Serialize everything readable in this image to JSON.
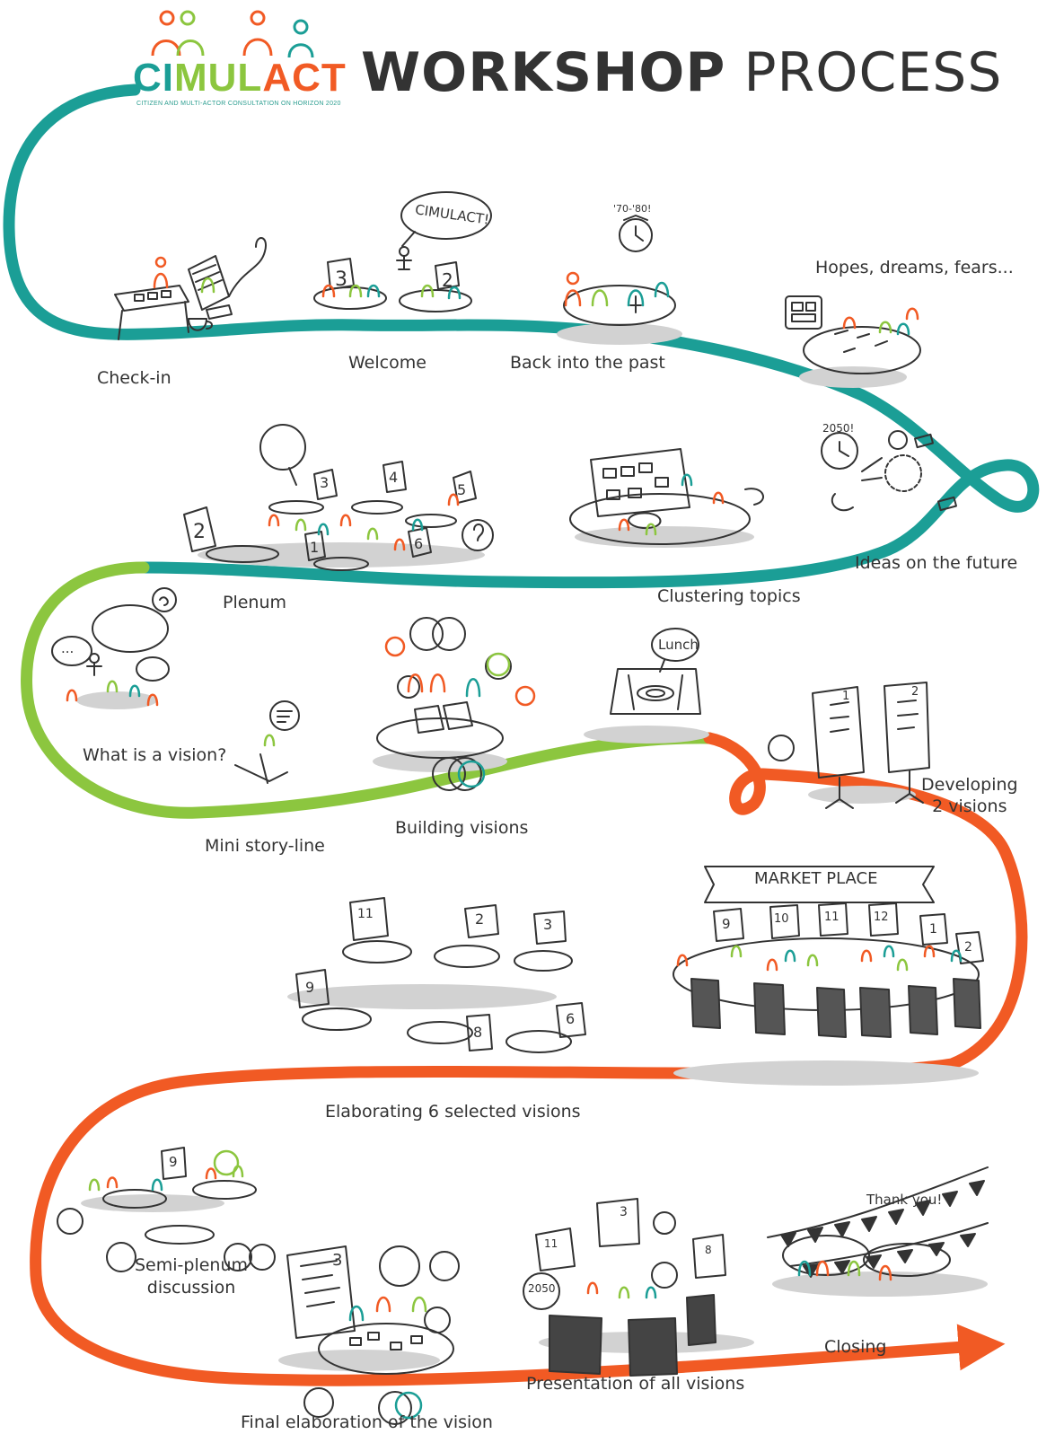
{
  "logo": {
    "word_part1": "CI",
    "word_part2": "MUL",
    "word_part3": "ACT",
    "subtitle": "CITIZEN AND MULTI-ACTOR CONSULTATION ON HORIZON 2020"
  },
  "title": {
    "bold": "WORKSHOP",
    "light": "PROCESS"
  },
  "colors": {
    "teal": "#1b9e96",
    "green": "#8cc63f",
    "orange": "#f15a24",
    "ink": "#333333",
    "shadow": "#c8c8c8"
  },
  "stages": [
    {
      "id": "check-in",
      "label": "Check-in"
    },
    {
      "id": "welcome",
      "label": "Welcome"
    },
    {
      "id": "back-into-past",
      "label": "Back into the past"
    },
    {
      "id": "hopes",
      "label": "Hopes, dreams, fears..."
    },
    {
      "id": "ideas-future",
      "label": "Ideas on the future"
    },
    {
      "id": "clustering",
      "label": "Clustering topics"
    },
    {
      "id": "plenum",
      "label": "Plenum"
    },
    {
      "id": "what-vision",
      "label": "What is a vision?"
    },
    {
      "id": "mini-story",
      "label": "Mini story-line"
    },
    {
      "id": "building",
      "label": "Building visions"
    },
    {
      "id": "developing",
      "label": "Developing\n2 visions"
    },
    {
      "id": "market",
      "label": "MARKET PLACE"
    },
    {
      "id": "elaborating",
      "label": "Elaborating 6 selected visions"
    },
    {
      "id": "semi-plenum",
      "label": "Semi-plenum\ndiscussion"
    },
    {
      "id": "final",
      "label": "Final elaboration of the vision"
    },
    {
      "id": "presentation",
      "label": "Presentation of all visions"
    },
    {
      "id": "closing",
      "label": "Closing"
    }
  ],
  "bubbles": {
    "cimulact": "CIMULACT!",
    "years": "'70-'80!",
    "future_year": "2050!",
    "lunch": "Lunch",
    "thank_you": "Thank you!",
    "pres_year": "2050",
    "ellipsis": "..."
  },
  "flip_numbers": {
    "plenum": [
      "2",
      "3",
      "4",
      "5",
      "1",
      "6"
    ],
    "developing": [
      "1",
      "2"
    ],
    "market": [
      "9",
      "10",
      "11",
      "12",
      "1",
      "2"
    ],
    "elaborating": [
      "11",
      "2",
      "3",
      "9",
      "8",
      "6"
    ],
    "semi": [
      "9"
    ],
    "final": [
      "3"
    ],
    "welcome": [
      "3",
      "2"
    ],
    "presentation": [
      "11",
      "3",
      "8"
    ]
  }
}
